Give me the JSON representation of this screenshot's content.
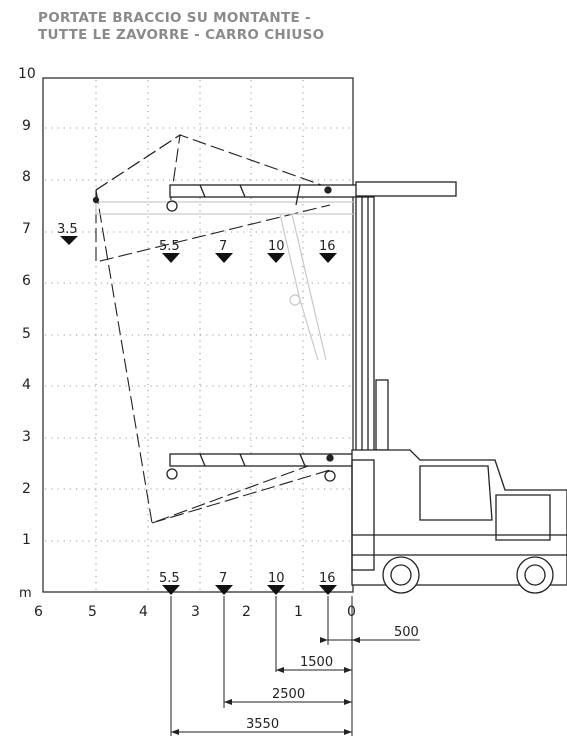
{
  "title": {
    "line1": "PORTATE BRACCIO SU MONTANTE -",
    "line2": "TUTTE LE ZAVORRE - CARRO CHIUSO"
  },
  "axes": {
    "y_labels": [
      "10",
      "9",
      "8",
      "7",
      "6",
      "5",
      "4",
      "3",
      "2",
      "1"
    ],
    "y_unit": "m",
    "x_labels": [
      "6",
      "5",
      "4",
      "3",
      "2",
      "1",
      "0"
    ]
  },
  "capacity_markers": {
    "upper_left": "3.5",
    "upper": [
      "5.5",
      "7",
      "10",
      "16"
    ],
    "ground": [
      "5.5",
      "7",
      "10",
      "16"
    ]
  },
  "dimensions": [
    "500",
    "1500",
    "2500",
    "3550"
  ],
  "colors": {
    "title": "#8a8a8a",
    "line": "#222222",
    "grid": "#555555",
    "ghost": "#c8c8c8"
  }
}
